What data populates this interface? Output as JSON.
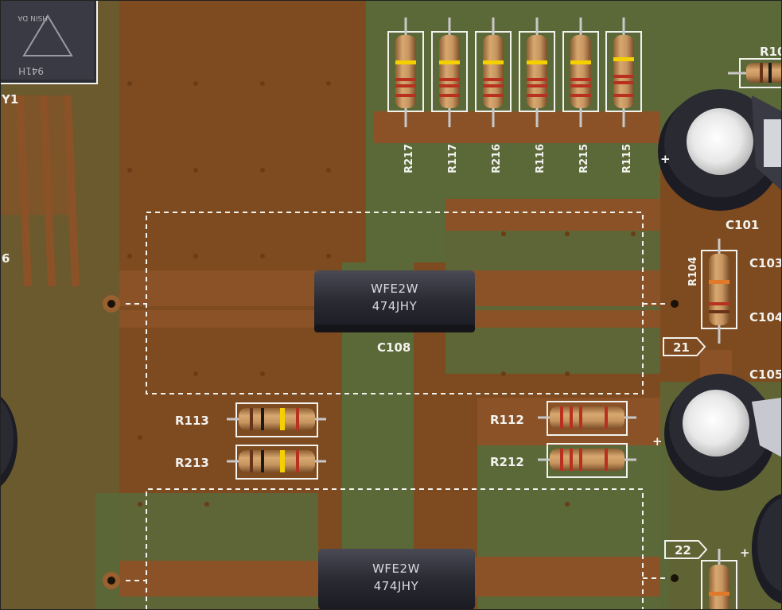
{
  "labels": {
    "r217": "R217",
    "r117": "R117",
    "r216": "R216",
    "r116": "R116",
    "r215": "R215",
    "r115": "R115",
    "r113": "R113",
    "r213": "R213",
    "r112": "R112",
    "r212": "R212",
    "r104": "R104",
    "c108": "C108",
    "c101": "C101",
    "c103": "C103",
    "c104": "C104",
    "c105": "C105",
    "y1": "Y1",
    "r10x": "R10",
    "pad21": "21",
    "pad22": "22",
    "edge6": "6"
  },
  "capacitor_marking": {
    "line1": "WFE2W",
    "line2": "474JHY"
  },
  "colors": {
    "copper": "#8a5226",
    "board_green": "#5d6a3c",
    "silkscreen": "#f2f2ee",
    "resistor_body": "#c79560",
    "band_yellow": "#f5d000",
    "band_red": "#b83020",
    "band_brown": "#6a3218",
    "band_orange": "#e07a2a"
  }
}
